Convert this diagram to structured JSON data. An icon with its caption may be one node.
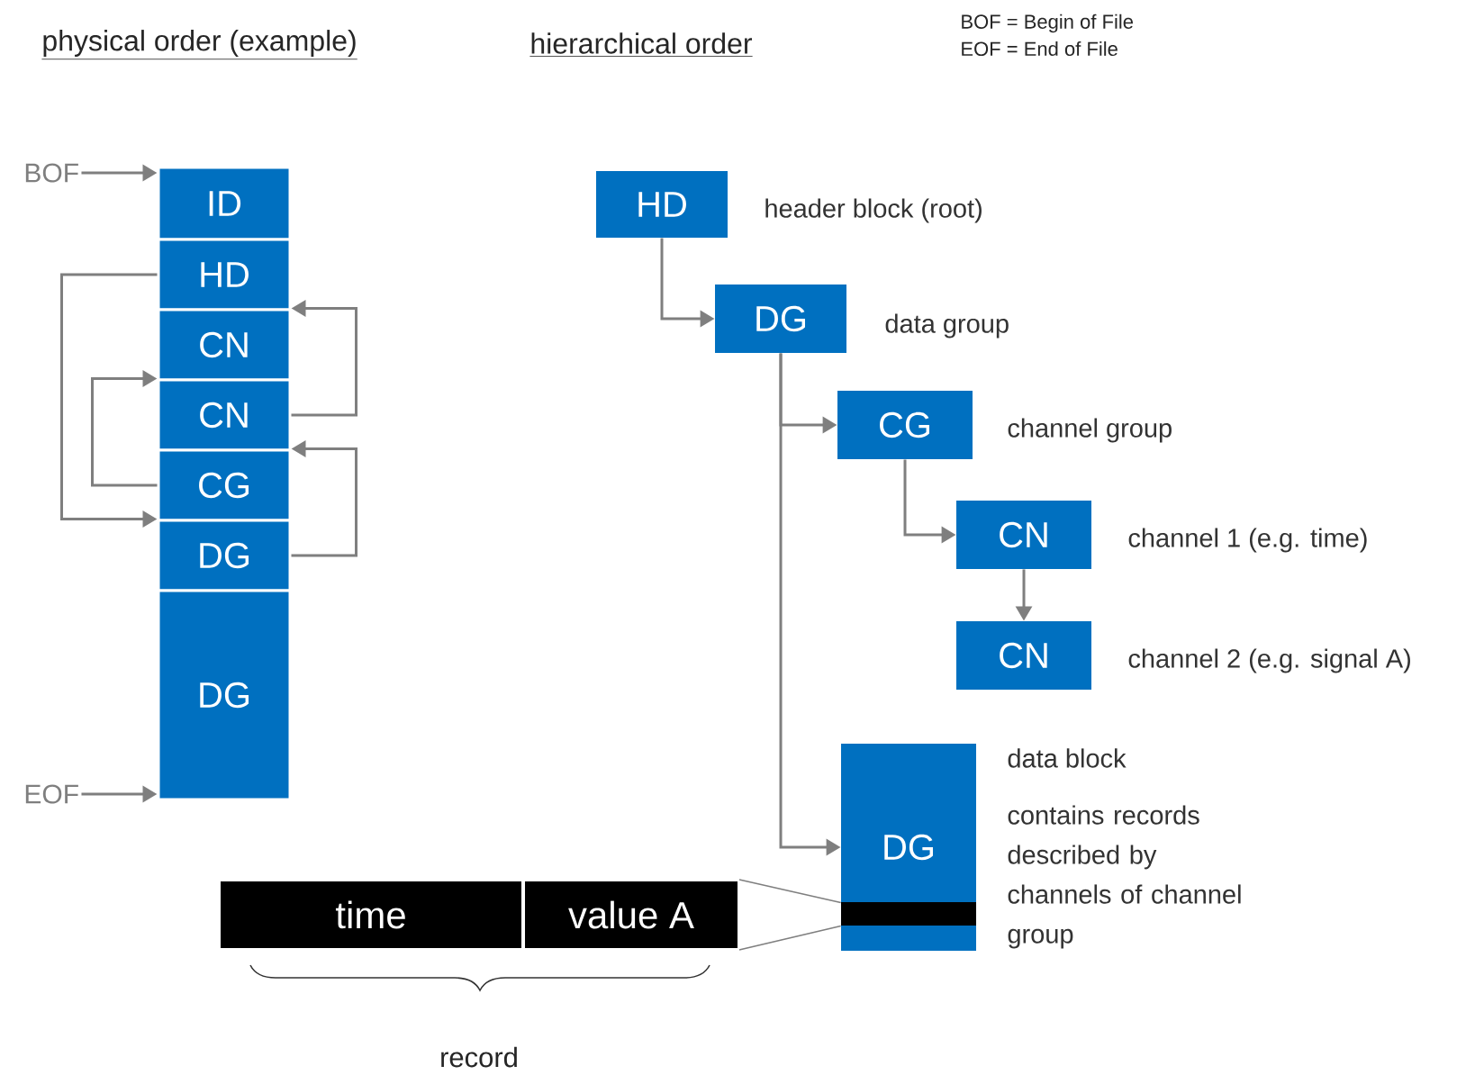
{
  "diagram": {
    "nodes": [
      {
        "text": [
          "BOF"
        ]
      },
      {
        "text": [
          "ID"
        ]
      },
      {
        "text": [
          "HD"
        ]
      },
      {
        "text": [
          "CN"
        ]
      },
      {
        "text": [
          "CN"
        ]
      },
      {
        "text": [
          "CG"
        ]
      },
      {
        "text": [
          "DG"
        ]
      },
      {
        "text": [
          "DG"
        ]
      },
      {
        "text": [
          "EOF"
        ]
      },
      {
        "text": [
          "HD"
        ],
        "beside": [
          "header block (root)"
        ]
      },
      {
        "text": [
          "DG"
        ],
        "beside": [
          "data group"
        ]
      },
      {
        "text": [
          "CG"
        ],
        "beside": [
          "channel group"
        ]
      },
      {
        "text": [
          "CN"
        ],
        "beside": [
          "channel 1 (e.g. time)"
        ]
      },
      {
        "text": [
          "CN"
        ],
        "beside": [
          "channel 2 (e.g. signal A)"
        ]
      },
      {
        "text": [
          "DG"
        ],
        "beside": [
          "data block",
          "contains records described by channels of channel group"
        ]
      },
      {
        "text": [
          "time"
        ]
      },
      {
        "text": [
          "value A"
        ]
      }
    ],
    "edges": [
      {
        "from": 0,
        "to": 1,
        "arrow": "to"
      },
      {
        "from": 8,
        "to": 7,
        "arrow": "to"
      },
      {
        "from": 2,
        "to": 6,
        "arrow": "to"
      },
      {
        "from": 5,
        "to": 4,
        "arrow": "to"
      },
      {
        "from": 4,
        "to": 3,
        "arrow": "to"
      },
      {
        "from": 6,
        "to": 5,
        "arrow": "to"
      },
      {
        "from": 9,
        "to": 10,
        "arrow": "to"
      },
      {
        "from": 10,
        "to": 11,
        "arrow": "to"
      },
      {
        "from": 11,
        "to": 12,
        "arrow": "to"
      },
      {
        "from": 12,
        "to": 13,
        "arrow": "to"
      },
      {
        "from": 10,
        "to": 14,
        "arrow": "to"
      },
      {
        "from": 16,
        "to": 14,
        "arrow": "none"
      },
      {
        "from": 16,
        "to": 14,
        "arrow": "none"
      }
    ],
    "labels": [
      "physical order (example)",
      "hierarchical order",
      "BOF = Begin of File",
      "EOF = End of File",
      "record"
    ]
  }
}
